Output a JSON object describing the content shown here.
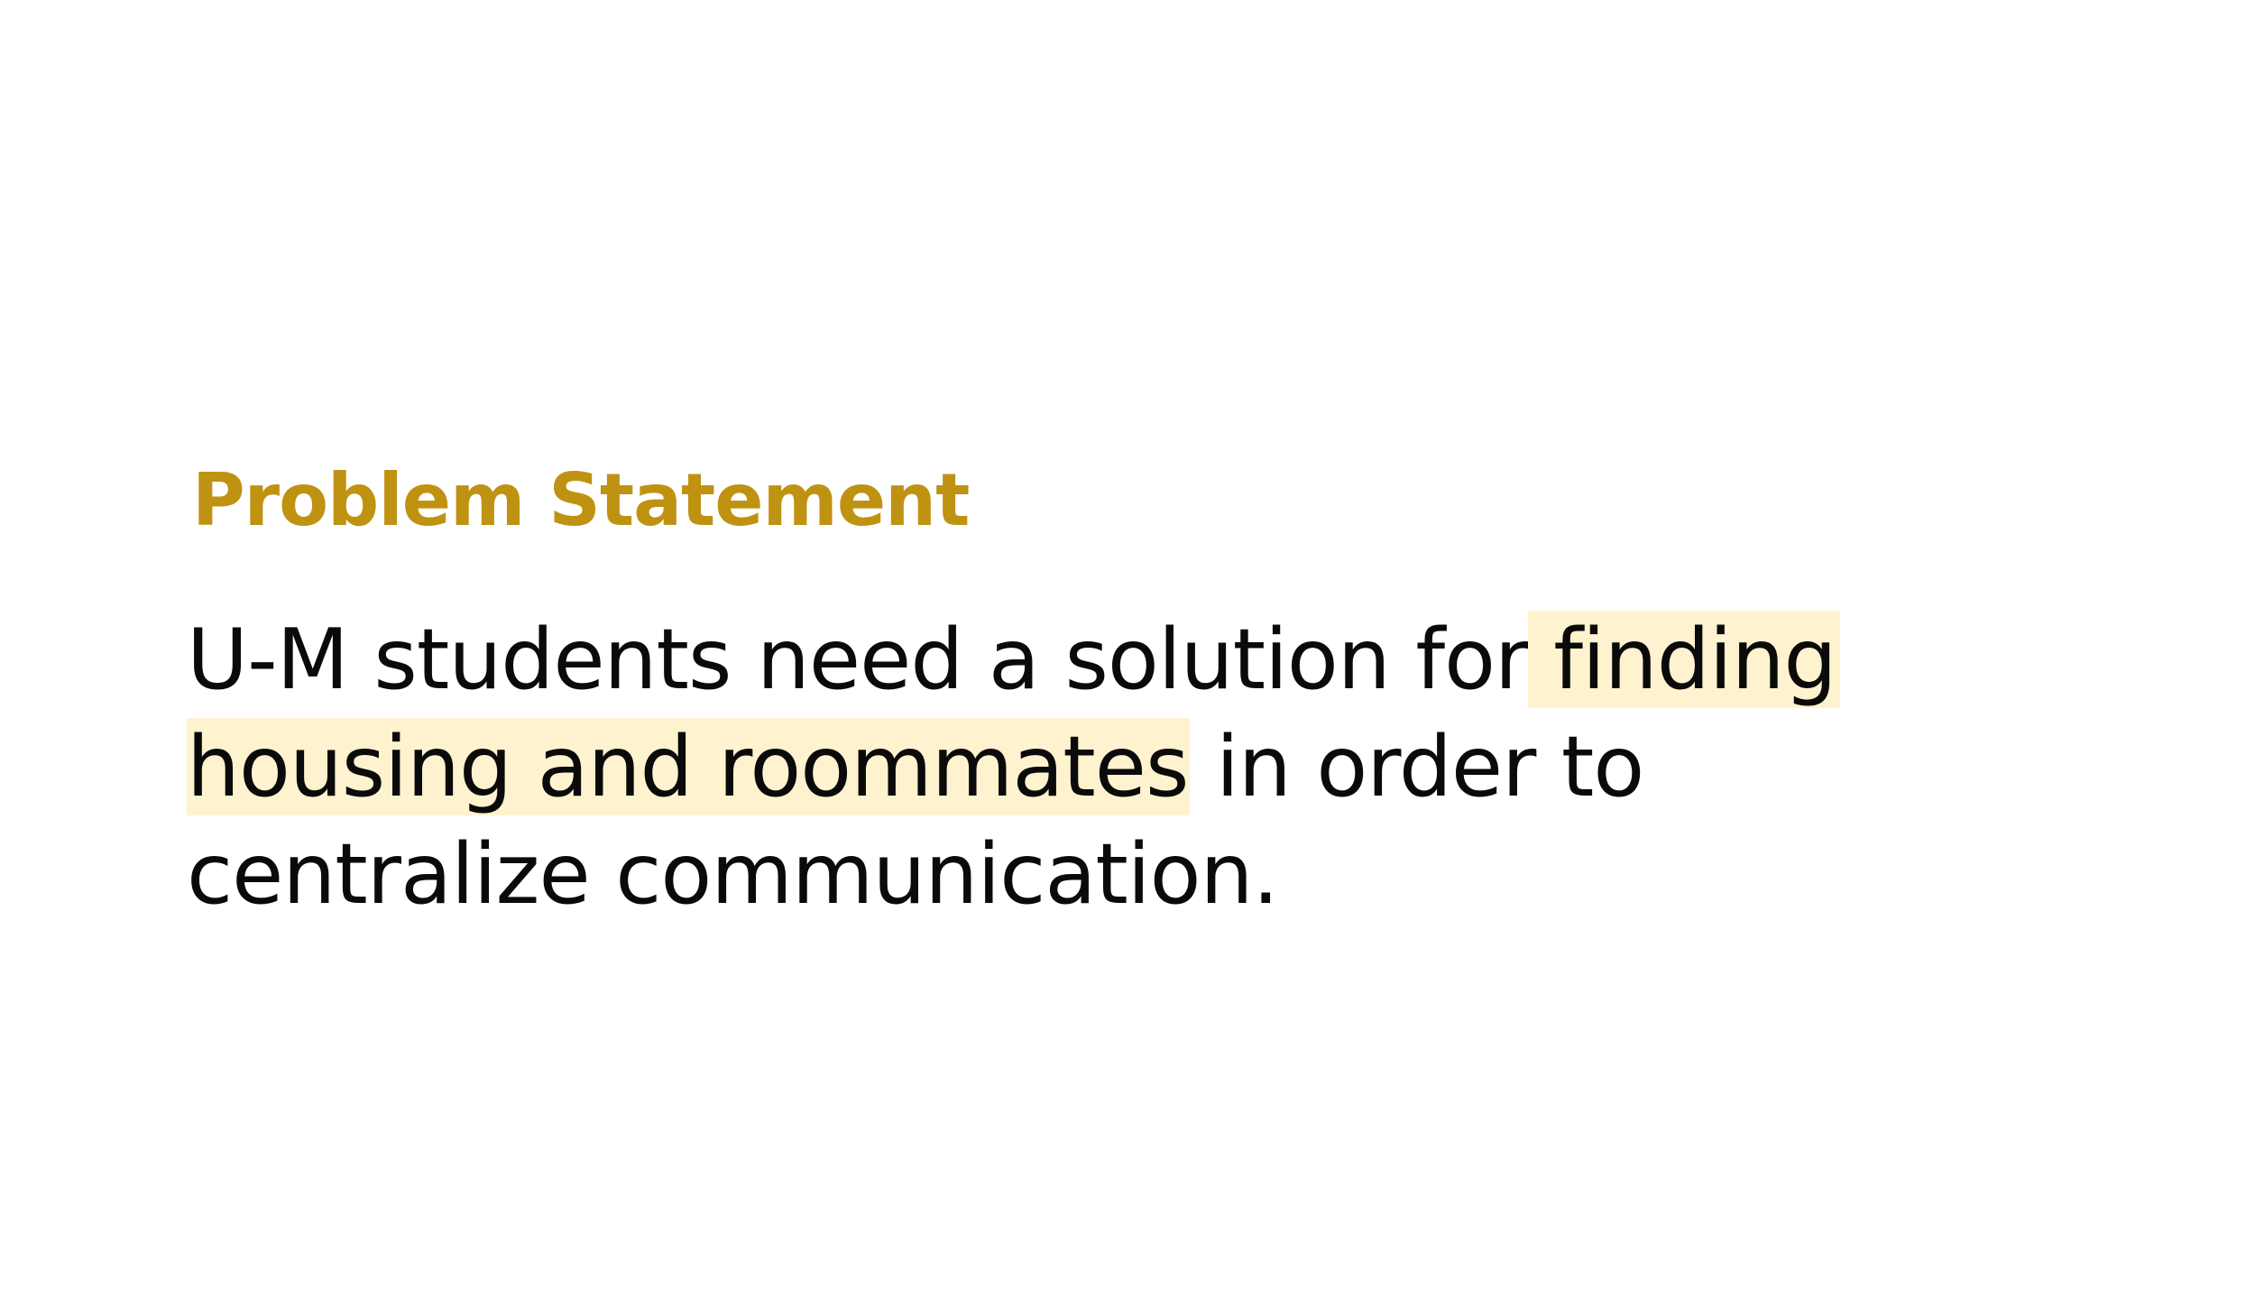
{
  "heading": "Problem Statement",
  "statement": {
    "line1_plain": "U-M students need a solution for",
    "line1_highlight": "finding",
    "line2_highlight": "housing and roommates",
    "line2_plain": " in order to",
    "line3_plain": "centralize communication."
  },
  "colors": {
    "heading": "#BF9212",
    "body_text": "#0a0a0a",
    "highlight": "#FFF3CF",
    "background": "#ffffff"
  }
}
